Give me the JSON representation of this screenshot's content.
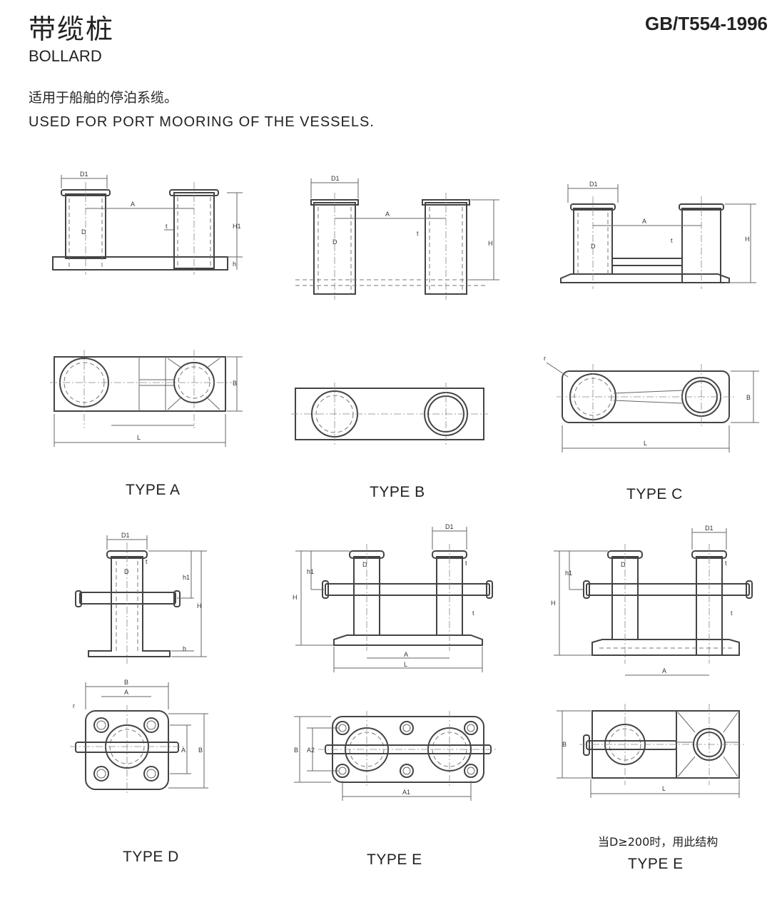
{
  "header": {
    "title_cn": "带缆桩",
    "title_en": "BOLLARD",
    "standard": "GB/T554-1996",
    "description_cn": "适用于船舶的停泊系缆。",
    "description_en": "USED FOR PORT MOORING OF THE VESSELS."
  },
  "types": [
    {
      "caption": "TYPE A"
    },
    {
      "caption": "TYPE B"
    },
    {
      "caption": "TYPE C"
    },
    {
      "caption": "TYPE D"
    },
    {
      "caption": "TYPE E"
    },
    {
      "caption": "TYPE E",
      "note": "当D≥200时，用此结构"
    }
  ],
  "dimension_labels": {
    "D1": "D1",
    "D": "D",
    "A": "A",
    "A1": "A1",
    "A2": "A2",
    "H": "H",
    "H1": "H1",
    "h": "h",
    "h1": "h1",
    "t": "t",
    "B": "B",
    "L": "L",
    "r": "r"
  }
}
